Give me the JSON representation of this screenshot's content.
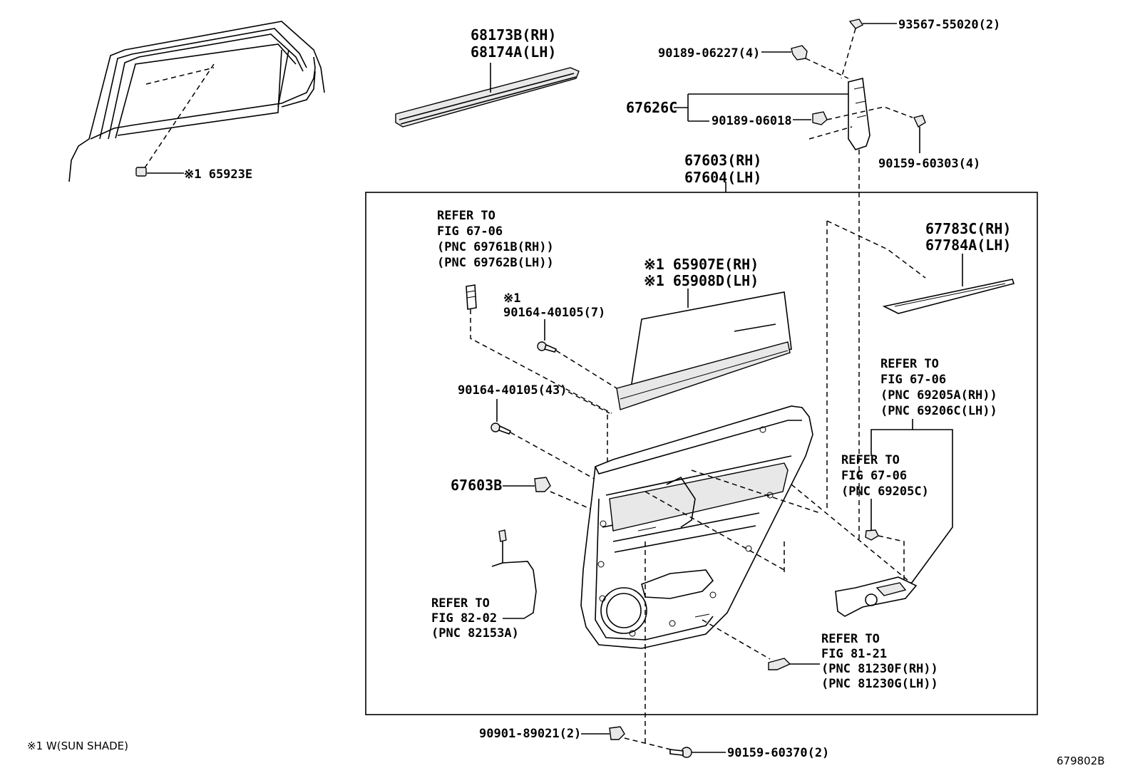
{
  "labels": {
    "l_68173b": "68173B(RH)",
    "l_68174a": "68174A(LH)",
    "l_93567": "93567-55020(2)",
    "l_90189a": "90189-06227(4)",
    "l_67626c": "67626C",
    "l_90189b": "90189-06018",
    "l_90159a": "90159-60303(4)",
    "l_65923e": "※1 65923E",
    "l_67603rh": "67603(RH)",
    "l_67604lh": "67604(LH)",
    "l_ref1_1": "REFER TO",
    "l_ref1_2": "FIG 67-06",
    "l_ref1_3": "(PNC 69761B(RH))",
    "l_ref1_4": "(PNC 69762B(LH))",
    "l_65907e": "※1 65907E(RH)",
    "l_65908d": "※1 65908D(LH)",
    "l_x1": "※1",
    "l_90164a": "90164-40105(7)",
    "l_67783c": "67783C(RH)",
    "l_67784a": "67784A(LH)",
    "l_90164b": "90164-40105(43)",
    "l_ref2_1": "REFER TO",
    "l_ref2_2": "FIG 67-06",
    "l_ref2_3": "(PNC 69205A(RH))",
    "l_ref2_4": "(PNC 69206C(LH))",
    "l_ref3_1": "REFER TO",
    "l_ref3_2": "FIG 67-06",
    "l_ref3_3": "(PNC 69205C)",
    "l_67603b": "67603B",
    "l_ref4_1": "REFER TO",
    "l_ref4_2": "FIG 82-02",
    "l_ref4_3": "(PNC 82153A)",
    "l_ref5_1": "REFER TO",
    "l_ref5_2": "FIG 81-21",
    "l_ref5_3": "(PNC 81230F(RH))",
    "l_ref5_4": "(PNC 81230G(LH))",
    "l_90901": "90901-89021(2)",
    "l_90159b": "90159-60370(2)",
    "l_footnote": "※1 W(SUN SHADE)",
    "l_figno": "679802B"
  }
}
